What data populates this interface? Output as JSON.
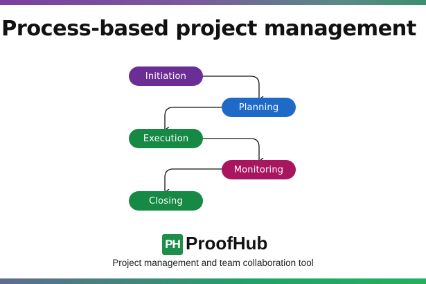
{
  "title": "Process-based project management",
  "colors": {
    "initiation": "#6a2e96",
    "planning": "#1f6ac6",
    "execution": "#168a45",
    "monitoring": "#a8165f",
    "closing": "#168a45",
    "logo_bg": "#1e8f4a"
  },
  "nodes": [
    {
      "id": "initiation",
      "label": "Initiation"
    },
    {
      "id": "planning",
      "label": "Planning"
    },
    {
      "id": "execution",
      "label": "Execution"
    },
    {
      "id": "monitoring",
      "label": "Monitoring"
    },
    {
      "id": "closing",
      "label": "Closing"
    }
  ],
  "edges": [
    {
      "from": "initiation",
      "to": "planning"
    },
    {
      "from": "planning",
      "to": "execution"
    },
    {
      "from": "execution",
      "to": "monitoring"
    },
    {
      "from": "monitoring",
      "to": "closing"
    }
  ],
  "brand": {
    "logo_text": "PH",
    "name": "ProofHub",
    "tagline": "Project management and team collaboration tool"
  }
}
